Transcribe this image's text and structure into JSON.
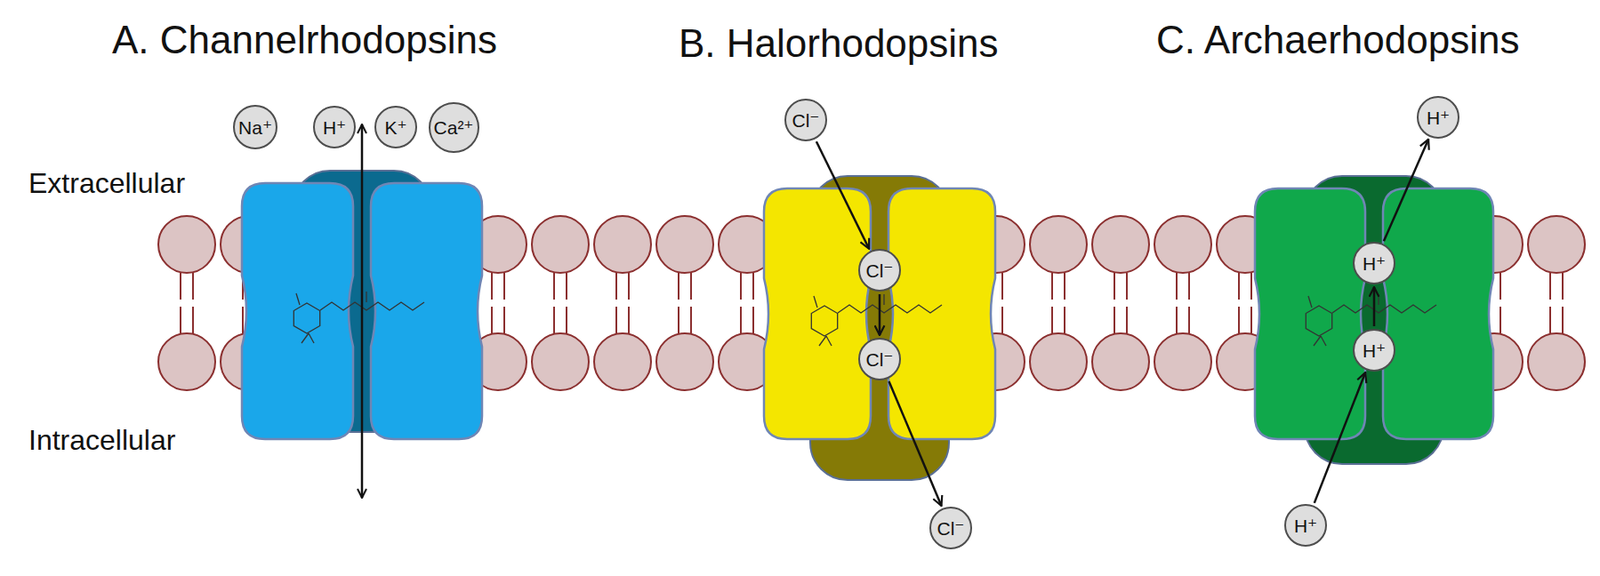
{
  "diagram": {
    "nodes": [
      {
        "text": [
          "Na⁺"
        ]
      },
      {
        "text": [
          "H⁺"
        ]
      },
      {
        "text": [
          "K⁺"
        ]
      },
      {
        "text": [
          "Ca²⁺"
        ]
      },
      {
        "text": [
          "Cl⁻"
        ]
      },
      {
        "text": [
          "Cl⁻"
        ]
      },
      {
        "text": [
          "Cl⁻"
        ]
      },
      {
        "text": [
          "Cl⁻"
        ]
      },
      {
        "text": [
          "H⁺"
        ]
      },
      {
        "text": [
          "H⁺"
        ]
      },
      {
        "text": [
          "H⁺"
        ]
      },
      {
        "text": [
          "H⁺"
        ]
      }
    ],
    "edges": [
      {
        "from": 4,
        "to": 5,
        "arrow": "to"
      },
      {
        "from": 5,
        "to": 6,
        "arrow": "to"
      },
      {
        "from": 6,
        "to": 7,
        "arrow": "to"
      },
      {
        "from": 11,
        "to": 10,
        "arrow": "to"
      },
      {
        "from": 10,
        "to": 9,
        "arrow": "to"
      },
      {
        "from": 9,
        "to": 8,
        "arrow": "to"
      }
    ],
    "labels": [
      "A. Channelrhodopsins",
      "B. Halorhodopsins",
      "C. Archaerhodopsins",
      "Extracellular",
      "Intracellular"
    ]
  }
}
